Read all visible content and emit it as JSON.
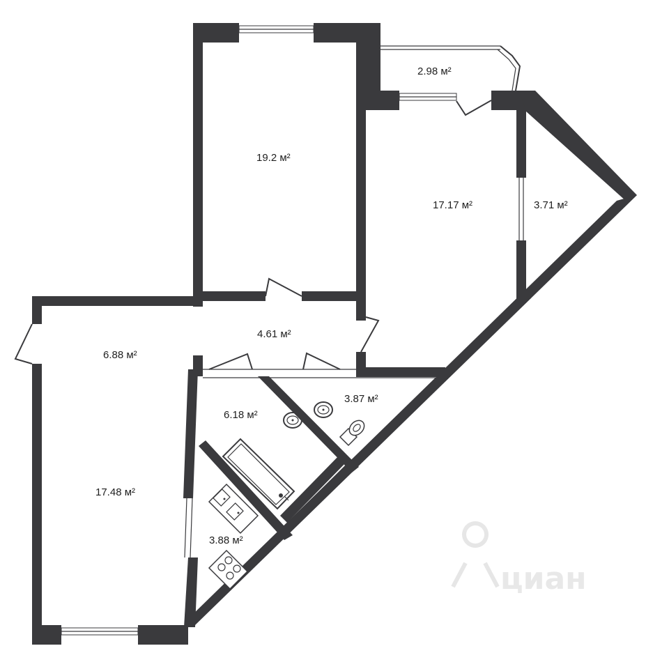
{
  "rooms": [
    {
      "id": "bedroom-top",
      "area": "19.2 м²"
    },
    {
      "id": "room-right",
      "area": "17.17 м²"
    },
    {
      "id": "balcony",
      "area": "2.98 м²"
    },
    {
      "id": "loggia",
      "area": "3.71 м²"
    },
    {
      "id": "corridor",
      "area": "4.61 м²"
    },
    {
      "id": "hall",
      "area": "6.88 м²"
    },
    {
      "id": "living-left",
      "area": "17.48 м²"
    },
    {
      "id": "bathroom",
      "area": "6.18 м²"
    },
    {
      "id": "toilet",
      "area": "3.87 м²"
    },
    {
      "id": "kitchen",
      "area": "3.88 м²"
    }
  ],
  "watermark": {
    "text": "циан",
    "icon": "location-pin-icon"
  }
}
